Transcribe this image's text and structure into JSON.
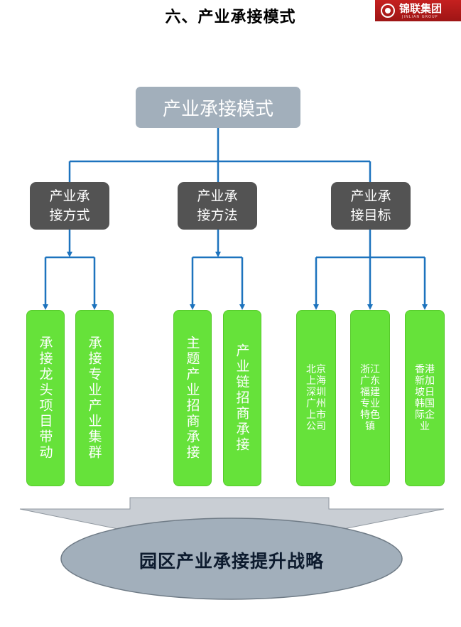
{
  "header": {
    "title": "六、产业承接模式",
    "logo_text": "锦联集团",
    "logo_sub": "JINLIAN GROUP"
  },
  "diagram": {
    "root": "产业承接模式",
    "categories": [
      {
        "label": "产业承\n接方式",
        "leaves": [
          "承接龙头项目带动",
          "承接专业产业集群"
        ]
      },
      {
        "label": "产业承\n接方法",
        "leaves": [
          "主题产业招商承接",
          "产业链招商承接"
        ]
      },
      {
        "label": "产业承\n接目标",
        "leaves": [
          "北京上海深圳广州上市公司",
          "浙江广东福建专业特色镇",
          "香港新加坡日韩国际企业"
        ]
      }
    ],
    "result": "园区产业承接提升战略"
  },
  "colors": {
    "root_fill": "#a2afbb",
    "category_fill": "#535353",
    "leaf_fill": "#66e23a",
    "connector": "#1d73be",
    "ellipse_fill": "#a2afbb",
    "arrow_fill": "#c9ced4"
  }
}
